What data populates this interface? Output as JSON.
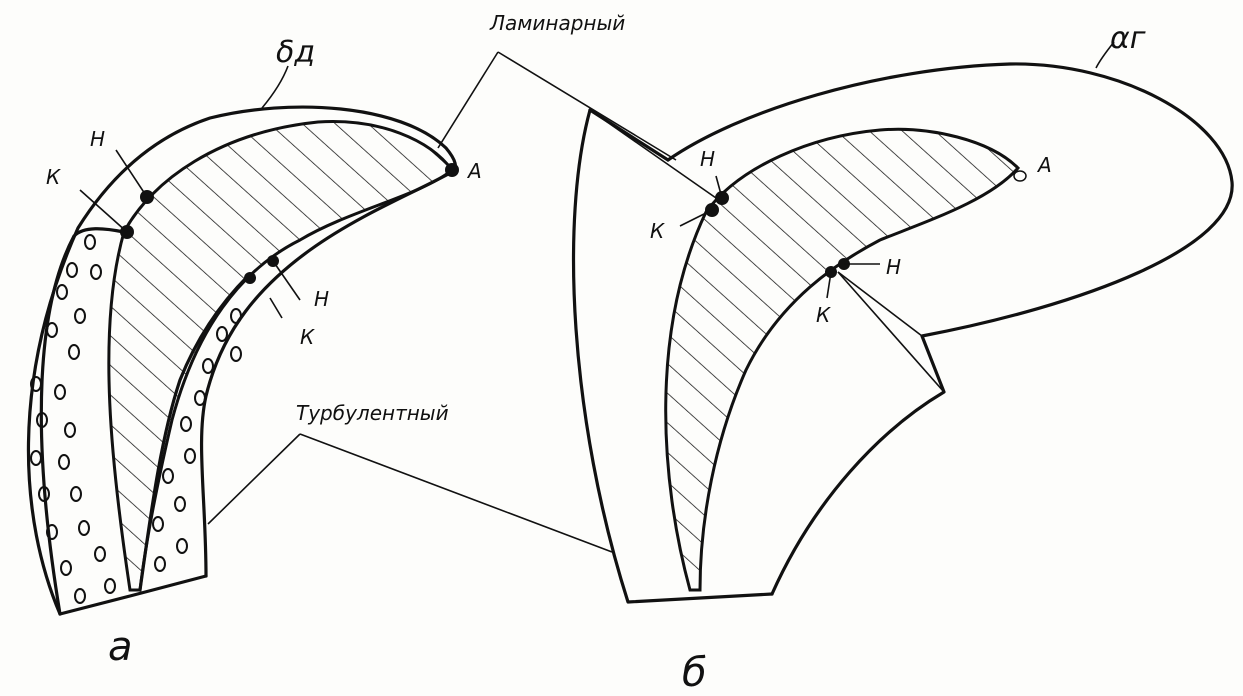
{
  "labels": {
    "laminar": "Ламинарный",
    "turbulent": "Турбулентный",
    "delta_d": "δд",
    "alpha_r": "αг",
    "fig_a": "а",
    "fig_b": "б",
    "point_A": "A",
    "point_H": "Н",
    "point_K": "К"
  },
  "colors": {
    "ink": "#111111",
    "paper": "#fdfdfb"
  }
}
